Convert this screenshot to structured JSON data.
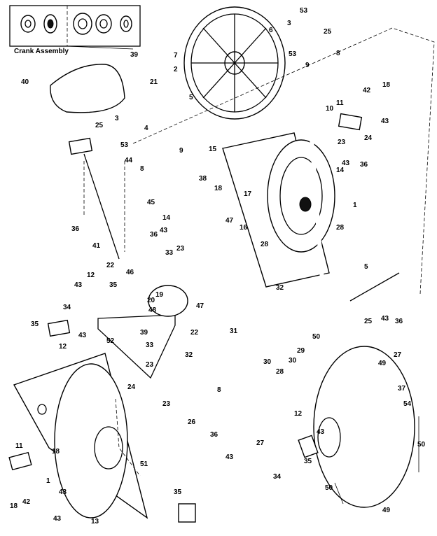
{
  "inset": {
    "caption": "Crank Assembly",
    "number": "39"
  },
  "callouts": [
    {
      "id": "c53a",
      "text": "53"
    },
    {
      "id": "c25a",
      "text": "25"
    },
    {
      "id": "c3a",
      "text": "3"
    },
    {
      "id": "c6a",
      "text": "6"
    },
    {
      "id": "c53b",
      "text": "53"
    },
    {
      "id": "c7",
      "text": "7"
    },
    {
      "id": "c8a",
      "text": "8"
    },
    {
      "id": "c9a",
      "text": "9"
    },
    {
      "id": "c40",
      "text": "40"
    },
    {
      "id": "c2",
      "text": "2"
    },
    {
      "id": "c21",
      "text": "21"
    },
    {
      "id": "c5a",
      "text": "5"
    },
    {
      "id": "c42a",
      "text": "42"
    },
    {
      "id": "c18a",
      "text": "18"
    },
    {
      "id": "c10",
      "text": "10"
    },
    {
      "id": "c11a",
      "text": "11"
    },
    {
      "id": "c43a",
      "text": "43"
    },
    {
      "id": "c25b",
      "text": "25"
    },
    {
      "id": "c3b",
      "text": "3"
    },
    {
      "id": "c4",
      "text": "4"
    },
    {
      "id": "c53c",
      "text": "53"
    },
    {
      "id": "c23a",
      "text": "23"
    },
    {
      "id": "c24a",
      "text": "24"
    },
    {
      "id": "c9b",
      "text": "9"
    },
    {
      "id": "c15",
      "text": "15"
    },
    {
      "id": "c44",
      "text": "44"
    },
    {
      "id": "c8b",
      "text": "8"
    },
    {
      "id": "c38",
      "text": "38"
    },
    {
      "id": "c43b",
      "text": "43"
    },
    {
      "id": "c14a",
      "text": "14"
    },
    {
      "id": "c36a",
      "text": "36"
    },
    {
      "id": "c18b",
      "text": "18"
    },
    {
      "id": "c17",
      "text": "17"
    },
    {
      "id": "c1a",
      "text": "1"
    },
    {
      "id": "c45",
      "text": "45"
    },
    {
      "id": "c14b",
      "text": "14"
    },
    {
      "id": "c36b",
      "text": "36"
    },
    {
      "id": "c47a",
      "text": "47"
    },
    {
      "id": "c16",
      "text": "16"
    },
    {
      "id": "c28a",
      "text": "28"
    },
    {
      "id": "c43c",
      "text": "43"
    },
    {
      "id": "c36c",
      "text": "36"
    },
    {
      "id": "c28b",
      "text": "28"
    },
    {
      "id": "c41",
      "text": "41"
    },
    {
      "id": "c33a",
      "text": "33"
    },
    {
      "id": "c23b",
      "text": "23"
    },
    {
      "id": "c22a",
      "text": "22"
    },
    {
      "id": "c46",
      "text": "46"
    },
    {
      "id": "c5b",
      "text": "5"
    },
    {
      "id": "c12a",
      "text": "12"
    },
    {
      "id": "c43d",
      "text": "43"
    },
    {
      "id": "c35a",
      "text": "35"
    },
    {
      "id": "c20",
      "text": "20"
    },
    {
      "id": "c19",
      "text": "19"
    },
    {
      "id": "c32a",
      "text": "32"
    },
    {
      "id": "c48",
      "text": "48"
    },
    {
      "id": "c47b",
      "text": "47"
    },
    {
      "id": "c34a",
      "text": "34"
    },
    {
      "id": "c35b",
      "text": "35"
    },
    {
      "id": "c43e",
      "text": "43"
    },
    {
      "id": "c12b",
      "text": "12"
    },
    {
      "id": "c39b",
      "text": "39"
    },
    {
      "id": "c22b",
      "text": "22"
    },
    {
      "id": "c25c",
      "text": "25"
    },
    {
      "id": "c43f",
      "text": "43"
    },
    {
      "id": "c36d",
      "text": "36"
    },
    {
      "id": "c52",
      "text": "52"
    },
    {
      "id": "c33b",
      "text": "33"
    },
    {
      "id": "c31",
      "text": "31"
    },
    {
      "id": "c50a",
      "text": "50"
    },
    {
      "id": "c29",
      "text": "29"
    },
    {
      "id": "c27a",
      "text": "27"
    },
    {
      "id": "c23c",
      "text": "23"
    },
    {
      "id": "c32b",
      "text": "32"
    },
    {
      "id": "c30a",
      "text": "30"
    },
    {
      "id": "c30b",
      "text": "30"
    },
    {
      "id": "c49a",
      "text": "49"
    },
    {
      "id": "c28c",
      "text": "28"
    },
    {
      "id": "c8c",
      "text": "8"
    },
    {
      "id": "c37",
      "text": "37"
    },
    {
      "id": "c24b",
      "text": "24"
    },
    {
      "id": "c23d",
      "text": "23"
    },
    {
      "id": "c54",
      "text": "54"
    },
    {
      "id": "c26",
      "text": "26"
    },
    {
      "id": "c12c",
      "text": "12"
    },
    {
      "id": "c43g",
      "text": "43"
    },
    {
      "id": "c50b",
      "text": "50"
    },
    {
      "id": "c11b",
      "text": "11"
    },
    {
      "id": "c36e",
      "text": "36"
    },
    {
      "id": "c27b",
      "text": "27"
    },
    {
      "id": "c43h",
      "text": "43"
    },
    {
      "id": "c35c",
      "text": "35"
    },
    {
      "id": "c18c",
      "text": "18"
    },
    {
      "id": "c51",
      "text": "51"
    },
    {
      "id": "c34b",
      "text": "34"
    },
    {
      "id": "c1b",
      "text": "1"
    },
    {
      "id": "c43i",
      "text": "43"
    },
    {
      "id": "c50c",
      "text": "50"
    },
    {
      "id": "c42b",
      "text": "42"
    },
    {
      "id": "c18d",
      "text": "18"
    },
    {
      "id": "c43j",
      "text": "43"
    },
    {
      "id": "c35d",
      "text": "35"
    },
    {
      "id": "c13",
      "text": "13"
    },
    {
      "id": "c49b",
      "text": "49"
    }
  ]
}
